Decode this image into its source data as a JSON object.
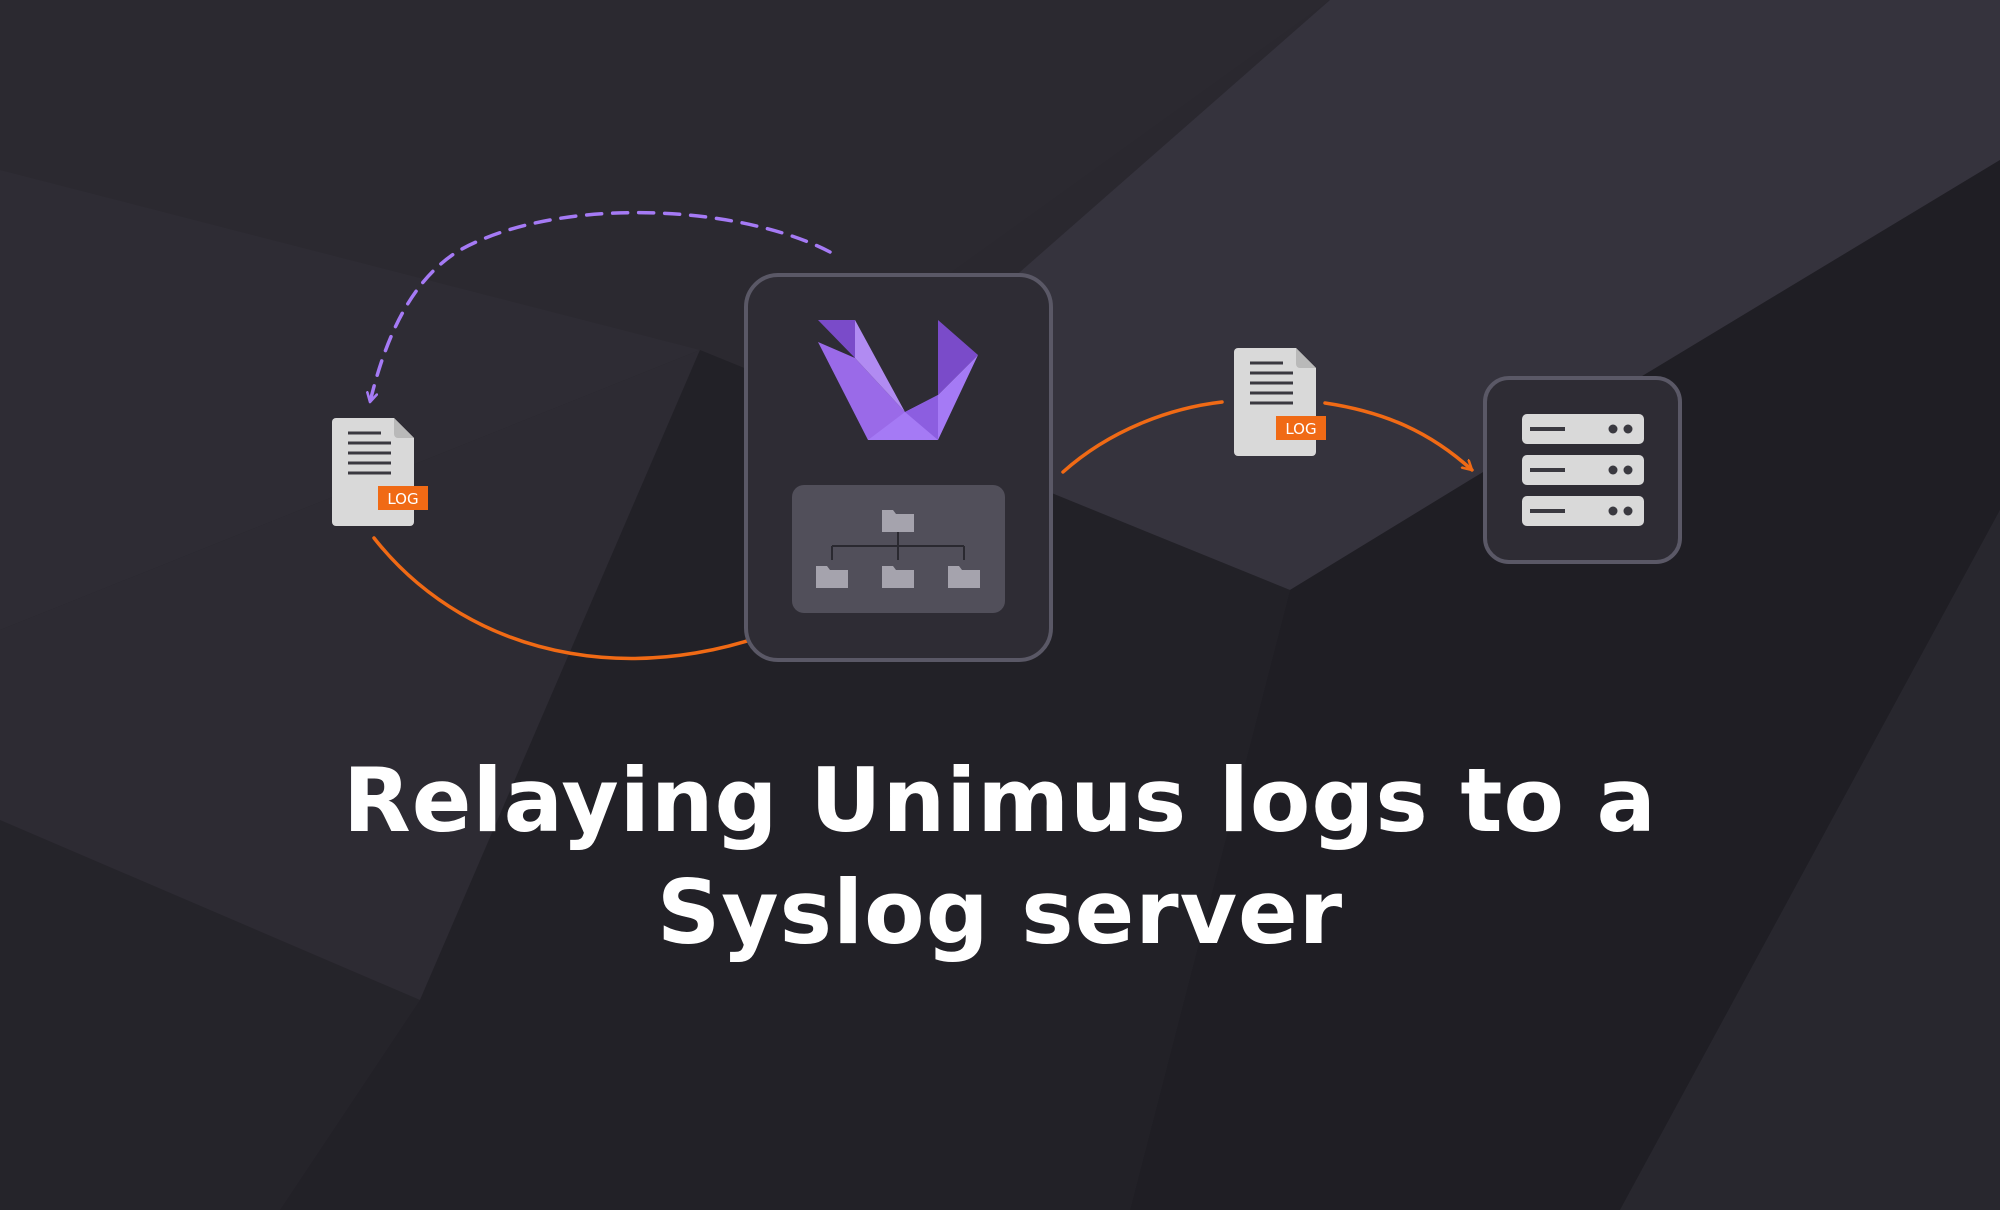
{
  "title": {
    "line1": "Relaying Unimus logs to a",
    "line2": "Syslog server"
  },
  "log_badge_label": "LOG",
  "colors": {
    "background": "#2a282f",
    "accent_orange": "#f06a15",
    "accent_purple": "#a57af5",
    "panel_border": "#5a5866",
    "panel_fill": "#34323b",
    "doc_fill": "#d9d9d9",
    "folder_fill": "#a5a3ad"
  },
  "icons": {
    "unimus_logo": "unimus-logo-icon",
    "log_file": "log-file-icon",
    "folder_tree": "folder-tree-icon",
    "syslog_server": "server-rack-icon"
  }
}
